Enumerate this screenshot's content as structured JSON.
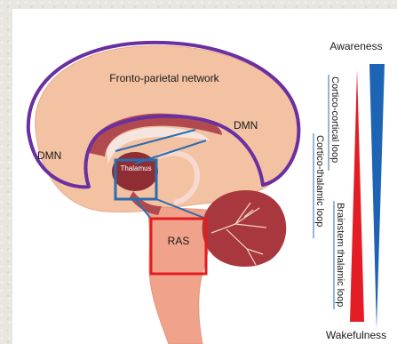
{
  "labels": {
    "fronto_parietal": "Fronto-parietal network",
    "dmn_right": "DMN",
    "dmn_left": "DMN",
    "thalamus": "Thalamus",
    "ras": "RAS",
    "awareness": "Awareness",
    "wakefulness": "Wakefulness",
    "cortico_cortical": "Cortico-cortical loop",
    "cortico_thalamic": "Cortico-thalamic loop",
    "brainstem_thalamic": "Brainstem thalamic loop"
  },
  "colors": {
    "brain_tissue": "#f3c2a3",
    "brain_dark": "#b04a4e",
    "network_outline": "#6a2fa0",
    "thalamus_box": "#2b6cb0",
    "ras_box": "#e31b23",
    "awareness_bar": "#1e64b4",
    "wakefulness_bar": "#e41c24"
  }
}
